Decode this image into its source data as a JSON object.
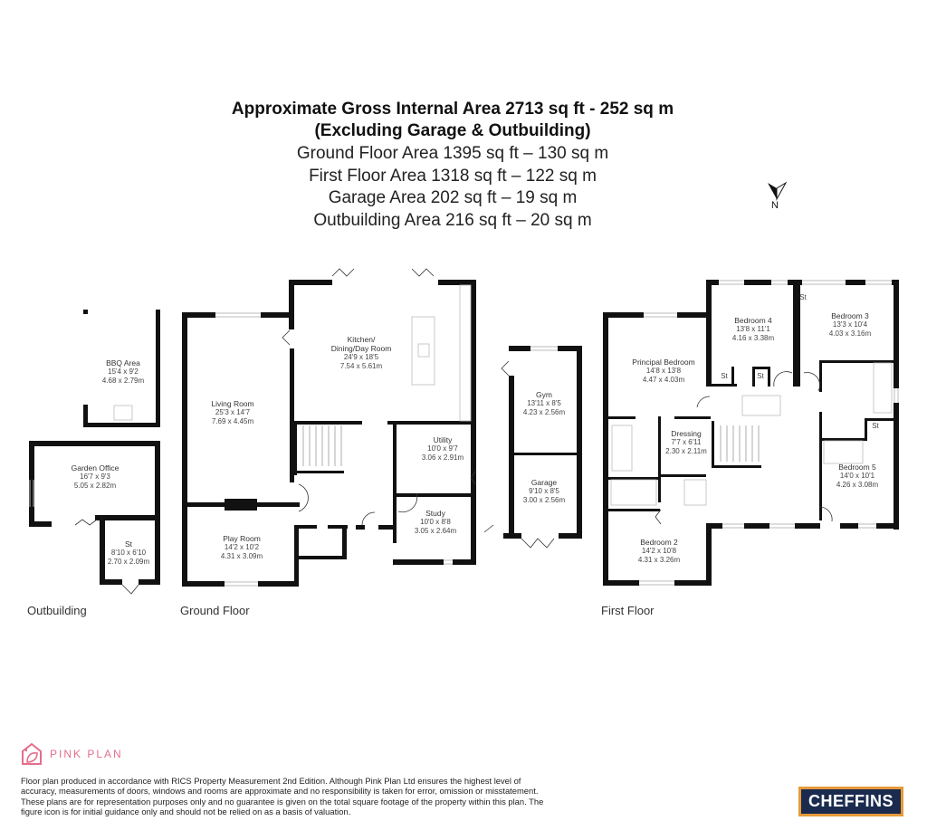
{
  "header": {
    "title": "Approximate Gross Internal Area 2713 sq ft - 252 sq m",
    "subtitle": "(Excluding Garage & Outbuilding)",
    "areas": [
      "Ground Floor Area 1395 sq ft – 130 sq m",
      "First Floor Area 1318 sq ft – 122 sq m",
      "Garage Area 202 sq ft – 19 sq m",
      "Outbuilding Area 216 sq ft – 20 sq m"
    ]
  },
  "compass": {
    "icon": "north-arrow-icon",
    "label": "N"
  },
  "floors": {
    "outbuilding": {
      "label": "Outbuilding",
      "rooms": [
        {
          "name": "BBQ Area",
          "imperial": "15'4 x 9'2",
          "metric": "4.68 x 2.79m"
        },
        {
          "name": "Garden Office",
          "imperial": "16'7 x 9'3",
          "metric": "5.05 x 2.82m"
        },
        {
          "name": "St",
          "imperial": "8'10 x 6'10",
          "metric": "2.70 x 2.09m"
        }
      ]
    },
    "ground": {
      "label": "Ground Floor",
      "rooms": [
        {
          "name": "Kitchen/",
          "name2": "Dining/Day Room",
          "imperial": "24'9 x 18'5",
          "metric": "7.54 x 5.61m"
        },
        {
          "name": "Living Room",
          "imperial": "25'3 x 14'7",
          "metric": "7.69 x 4.45m"
        },
        {
          "name": "Utility",
          "imperial": "10'0 x 9'7",
          "metric": "3.06 x 2.91m"
        },
        {
          "name": "Study",
          "imperial": "10'0 x 8'8",
          "metric": "3.05 x 2.64m"
        },
        {
          "name": "Play Room",
          "imperial": "14'2 x 10'2",
          "metric": "4.31 x 3.09m"
        },
        {
          "name": "Gym",
          "imperial": "13'11 x 8'5",
          "metric": "4.23 x 2.56m"
        },
        {
          "name": "Garage",
          "imperial": "9'10 x 8'5",
          "metric": "3.00 x 2.56m"
        }
      ]
    },
    "first": {
      "label": "First Floor",
      "rooms": [
        {
          "name": "Principal Bedroom",
          "imperial": "14'8 x 13'8",
          "metric": "4.47 x 4.03m"
        },
        {
          "name": "Bedroom 4",
          "imperial": "13'8 x 11'1",
          "metric": "4.16 x 3.38m"
        },
        {
          "name": "Bedroom 3",
          "imperial": "13'3 x 10'4",
          "metric": "4.03 x 3.16m"
        },
        {
          "name": "Dressing",
          "imperial": "7'7 x 6'11",
          "metric": "2.30 x 2.11m"
        },
        {
          "name": "Bedroom 5",
          "imperial": "14'0 x 10'1",
          "metric": "4.26 x 3.08m"
        },
        {
          "name": "Bedroom 2",
          "imperial": "14'2 x 10'8",
          "metric": "4.31 x 3.26m"
        }
      ],
      "storage_labels": [
        "St",
        "St",
        "St",
        "St"
      ]
    }
  },
  "footer": {
    "brand": "PINK PLAN",
    "brand_color": "#e46e8c",
    "disclaimer": "Floor plan produced in accordance with RICS Property Measurement 2nd Edition. Although Pink Plan Ltd ensures the highest level of accuracy, measurements of doors, windows and rooms are approximate and no responsibility is taken for error, omission or misstatement. These plans are for representation purposes only and no guarantee is given on the total square footage of the property within this plan. The figure icon is for initial guidance only and should not be relied on as a basis of valuation.",
    "agent_logo": "CHEFFINS",
    "agent_bg": "#1b2b4f",
    "agent_border": "#e69a3a"
  }
}
